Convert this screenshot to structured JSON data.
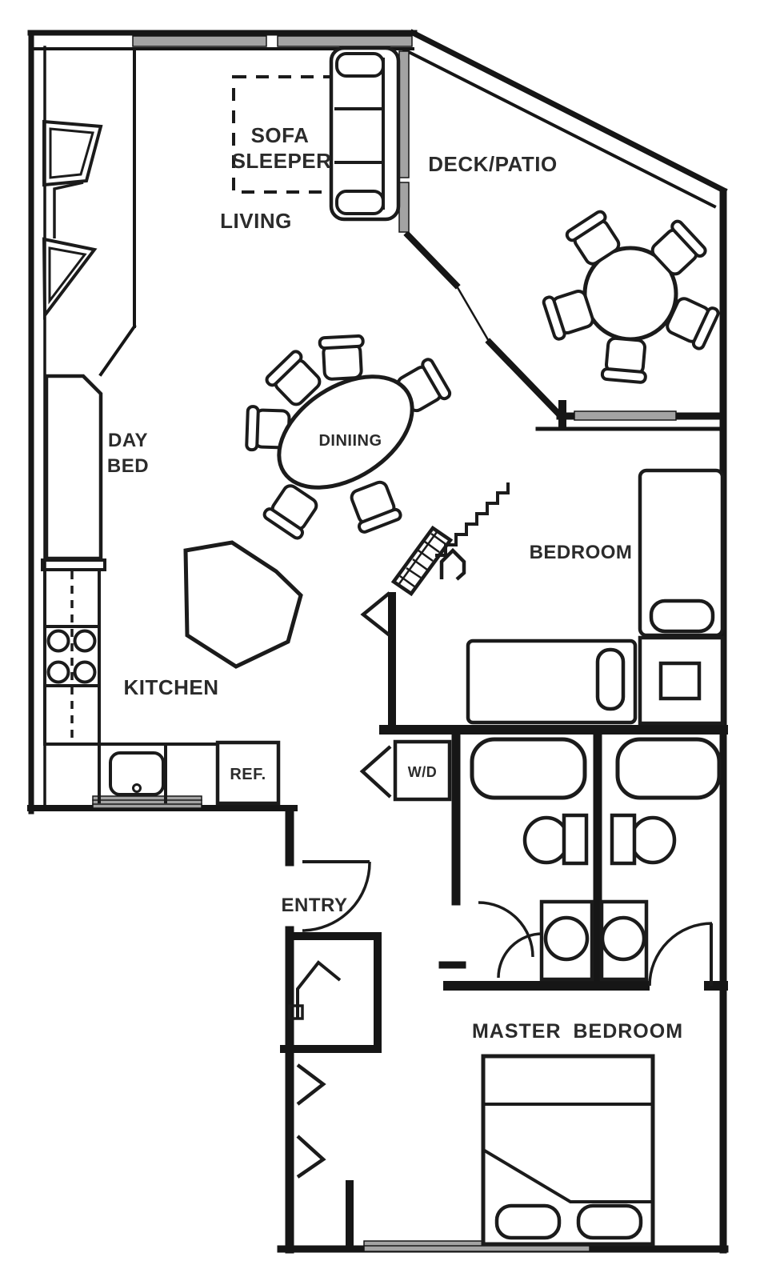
{
  "plan_type": "apartment-floor-plan",
  "colors": {
    "wall": "#161616",
    "furniture": "#1b1b1b",
    "window": "#a3a3a3",
    "text": "#2b2b2b",
    "background": "#ffffff"
  },
  "rooms": {
    "sofa_sleeper": {
      "line1": "SOFA",
      "line2": "SLEEPER"
    },
    "living": {
      "label": "LIVING"
    },
    "deck_patio": {
      "label": "DECK/PATIO"
    },
    "day_bed": {
      "line1": "DAY",
      "line2": "BED"
    },
    "dining": {
      "label": "DINIING"
    },
    "bedroom": {
      "label": "BEDROOM"
    },
    "kitchen": {
      "label": "KITCHEN"
    },
    "refrigerator": {
      "label": "REF."
    },
    "washer_dryer": {
      "label": "W/D"
    },
    "entry": {
      "label": "ENTRY"
    },
    "master_bedroom": {
      "label": "MASTER BEDROOM"
    }
  }
}
